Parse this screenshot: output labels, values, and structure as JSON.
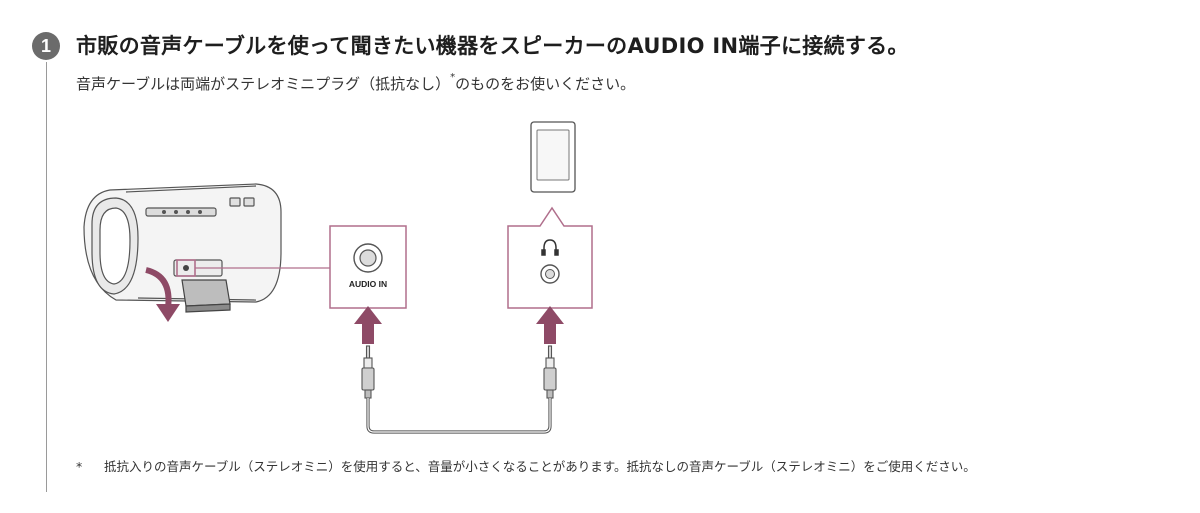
{
  "step": {
    "number": "1",
    "title": "市販の音声ケーブルを使って聞きたい機器をスピーカーのAUDIO IN端子に接続する。",
    "description": "音声ケーブルは両端がステレオミニプラグ（抵抗なし）",
    "description_mark": "*",
    "description_tail": "のものをお使いください。"
  },
  "illustration": {
    "audio_in_label": "AUDIO IN",
    "accent_color": "#b06f8c",
    "arrow_color": "#8e4a66",
    "icons": [
      "speaker-illustration",
      "audio-in-jack-icon",
      "headphone-icon",
      "headphone-jack-icon",
      "portable-player-illustration",
      "stereo-mini-plug-icon"
    ]
  },
  "footnote": {
    "mark": "*",
    "text": "抵抗入りの音声ケーブル（ステレオミニ）を使用すると、音量が小さくなることがあります。抵抗なしの音声ケーブル（ステレオミニ）をご使用ください。"
  }
}
